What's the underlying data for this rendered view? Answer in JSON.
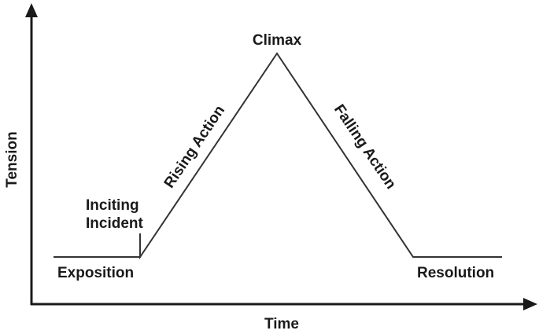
{
  "diagram": {
    "type": "plot-structure-diagram",
    "axes": {
      "x_label": "Time",
      "y_label": "Tension"
    },
    "stages": {
      "exposition": "Exposition",
      "inciting_incident_line1": "Inciting",
      "inciting_incident_line2": "Incident",
      "rising_action": "Rising Action",
      "climax": "Climax",
      "falling_action": "Falling Action",
      "resolution": "Resolution"
    },
    "colors": {
      "axis": "#1a1a1a",
      "curve": "#333333",
      "text": "#1a1a1a",
      "background": "#ffffff"
    }
  }
}
